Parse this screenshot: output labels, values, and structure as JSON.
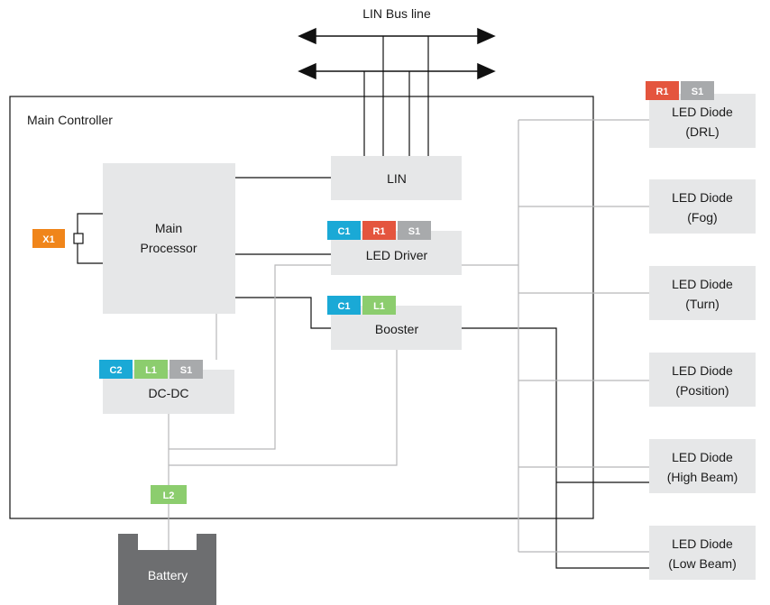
{
  "bus_label": "LIN Bus line",
  "controller_label": "Main Controller",
  "blocks": {
    "lin": "LIN",
    "processor": [
      "Main",
      "Processor"
    ],
    "led_driver": "LED Driver",
    "booster": "Booster",
    "dcdc": "DC-DC",
    "battery": "Battery"
  },
  "leds": [
    {
      "line1": "LED Diode",
      "line2": "(DRL)"
    },
    {
      "line1": "LED Diode",
      "line2": "(Fog)"
    },
    {
      "line1": "LED Diode",
      "line2": "(Turn)"
    },
    {
      "line1": "LED Diode",
      "line2": "(Position)"
    },
    {
      "line1": "LED Diode",
      "line2": "(High Beam)"
    },
    {
      "line1": "LED Diode",
      "line2": "(Low Beam)"
    }
  ],
  "badges": {
    "x1": "X1",
    "led_driver": [
      "C1",
      "R1",
      "S1"
    ],
    "booster": [
      "C1",
      "L1"
    ],
    "dcdc": [
      "C2",
      "L1",
      "S1"
    ],
    "drl": [
      "R1",
      "S1"
    ],
    "battery": "L2"
  },
  "colors": {
    "C": "#1aa9d6",
    "R": "#e4553e",
    "S": "#a8aaac",
    "L": "#8ccd6e",
    "X": "#f0851a",
    "block": "#e6e7e8",
    "battery": "#6d6e70",
    "wire_dark": "#111111",
    "wire_light": "#b7b8b9"
  }
}
